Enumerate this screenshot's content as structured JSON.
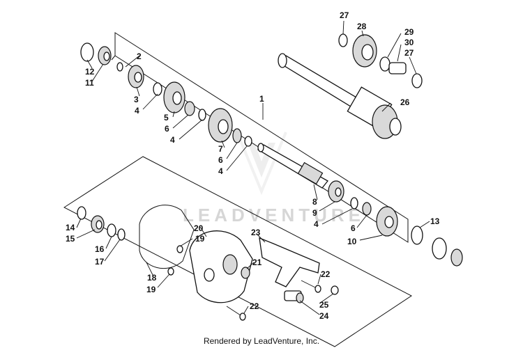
{
  "diagram": {
    "callouts": [
      "1",
      "2",
      "3",
      "4",
      "4",
      "4",
      "4",
      "5",
      "6",
      "6",
      "6",
      "7",
      "8",
      "9",
      "10",
      "11",
      "12",
      "13",
      "14",
      "15",
      "16",
      "17",
      "18",
      "19",
      "19",
      "20",
      "21",
      "22",
      "22",
      "23",
      "24",
      "25",
      "26",
      "27",
      "27",
      "28",
      "29",
      "30"
    ],
    "watermark_text": "LEADVENTURE",
    "footer_text": "Rendered by LeadVenture, Inc."
  }
}
